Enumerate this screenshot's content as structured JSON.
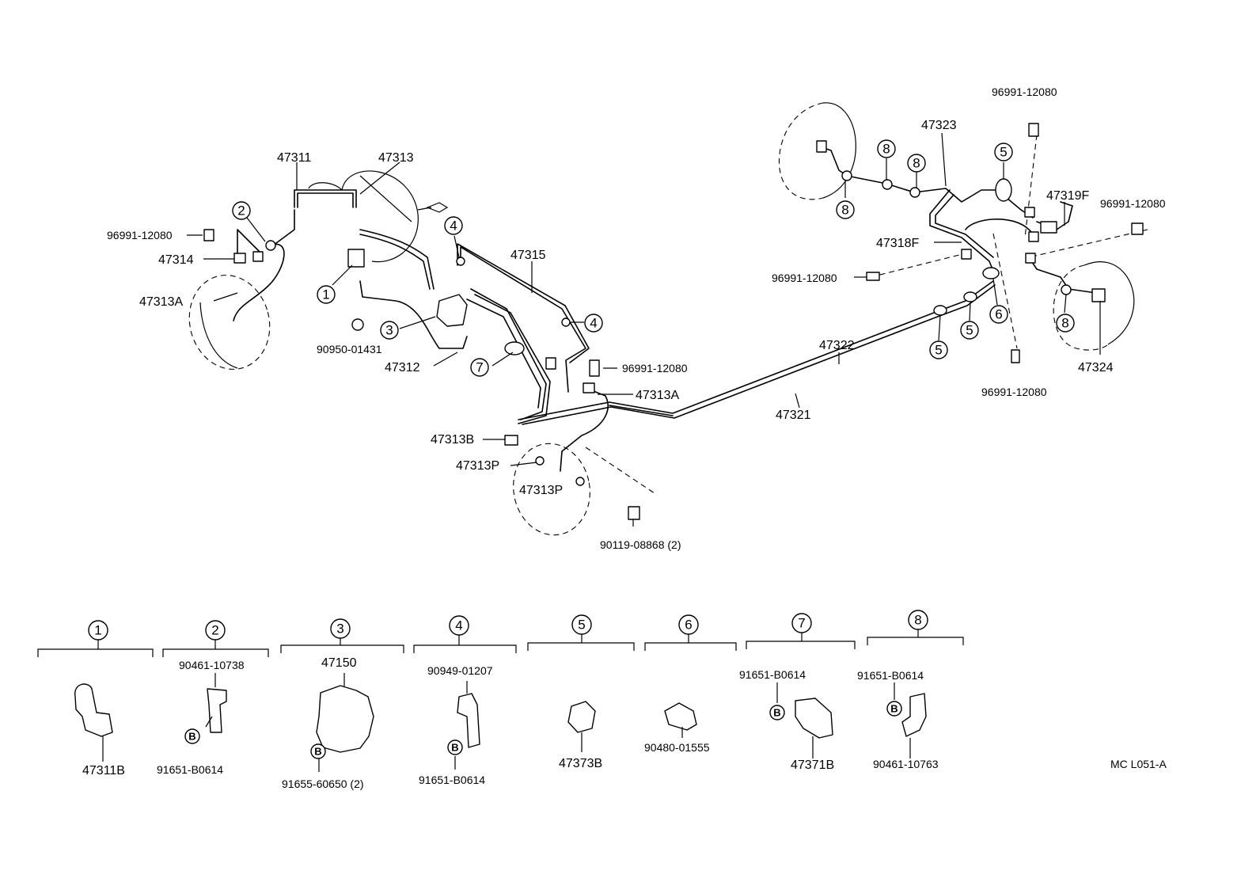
{
  "callouts": {
    "p47311": "47311",
    "p47313": "47313",
    "p96991_left": "96991-12080",
    "p47314": "47314",
    "p47313A_left": "47313A",
    "p90950": "90950-01431",
    "p47312": "47312",
    "p47315": "47315",
    "p96991_mid": "96991-12080",
    "p47313A_mid": "47313A",
    "p47313B": "47313B",
    "p47313P_1": "47313P",
    "p47313P_2": "47313P",
    "p90119": "90119-08868 (2)",
    "p47322": "47322",
    "p47321": "47321",
    "p96991_top": "96991-12080",
    "p47323": "47323",
    "p47319F": "47319F",
    "p96991_right": "96991-12080",
    "p47318F": "47318F",
    "p96991_rmid": "96991-12080",
    "p47324": "47324",
    "p96991_bottom": "96991-12080"
  },
  "circle_numbers": {
    "n1": "1",
    "n2": "2",
    "n3": "3",
    "n4": "4",
    "n5": "5",
    "n6": "6",
    "n7": "7",
    "n8": "8"
  },
  "bolt_mark": "B",
  "legend": {
    "g1_bottom": "47311B",
    "g2_top": "90461-10738",
    "g2_bottom": "91651-B0614",
    "g3_top": "47150",
    "g3_bottom": "91655-60650 (2)",
    "g4_top": "90949-01207",
    "g4_bottom": "91651-B0614",
    "g5_bottom": "47373B",
    "g6_bottom": "90480-01555",
    "g7_top": "91651-B0614",
    "g7_bottom": "47371B",
    "g8_top": "91651-B0614",
    "g8_bottom": "90461-10763"
  },
  "drawing_code": "MC L051-A"
}
